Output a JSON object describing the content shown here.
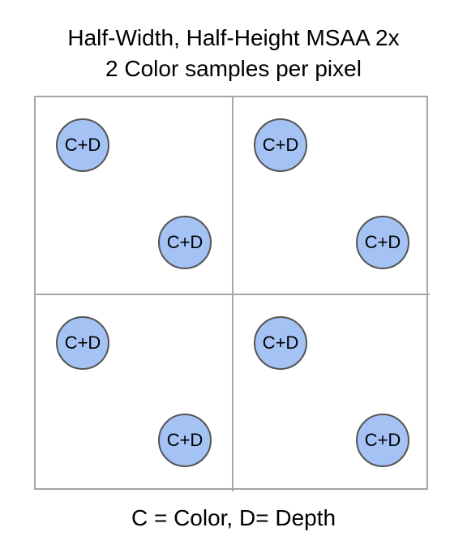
{
  "title_line1": "Half-Width, Half-Height MSAA 2x",
  "title_line2": "2 Color samples per pixel",
  "sample_label": "C+D",
  "sample_fill_color": "#a4c2f4",
  "grid_line_color": "#a6a6a6",
  "footer": "C = Color, D= Depth"
}
